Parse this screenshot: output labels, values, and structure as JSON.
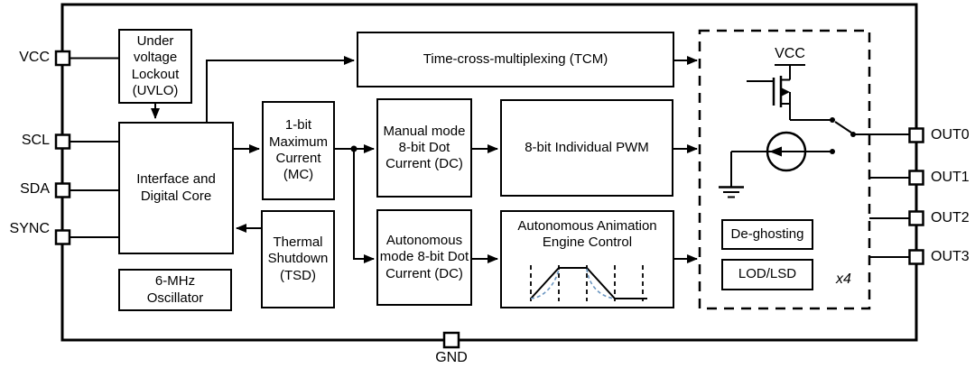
{
  "diagram": {
    "pins": {
      "left": [
        {
          "label": "VCC"
        },
        {
          "label": "SCL"
        },
        {
          "label": "SDA"
        },
        {
          "label": "SYNC"
        }
      ],
      "right": [
        {
          "label": "OUT0"
        },
        {
          "label": "OUT1"
        },
        {
          "label": "OUT2"
        },
        {
          "label": "OUT3"
        }
      ],
      "bottom": [
        {
          "label": "GND"
        }
      ]
    },
    "blocks": {
      "uvlo": {
        "label": "Under voltage Lockout (UVLO)"
      },
      "interface_core": {
        "label": "Interface and Digital Core"
      },
      "oscillator": {
        "label": "6-MHz Oscillator"
      },
      "max_current": {
        "label": "1-bit Maximum Current (MC)"
      },
      "thermal_shutdown": {
        "label": "Thermal Shutdown (TSD)"
      },
      "tcm": {
        "label": "Time-cross-multiplexing (TCM)"
      },
      "manual_dot_current": {
        "label": "Manual mode 8-bit Dot Current (DC)"
      },
      "individual_pwm": {
        "label": "8-bit Individual PWM"
      },
      "autonomous_dot_current": {
        "label": "Autonomous mode 8-bit Dot Current (DC)"
      },
      "animation_engine": {
        "label": "Autonomous Animation Engine Control"
      },
      "deghosting": {
        "label": "De-ghosting"
      },
      "lod_lsd": {
        "label": "LOD/LSD"
      }
    },
    "output_stage": {
      "supply_label": "VCC",
      "multiplier_label": "x4"
    },
    "colors": {
      "line": "#000000",
      "background": "#ffffff",
      "waveform_accent": "#6b96c1"
    }
  }
}
